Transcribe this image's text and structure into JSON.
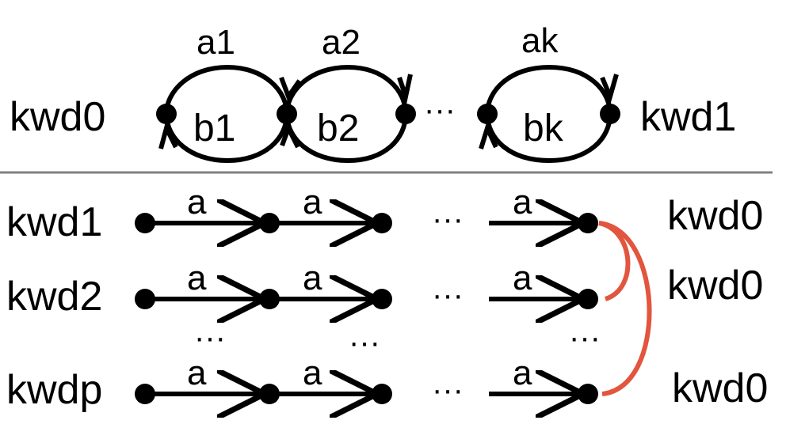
{
  "top": {
    "left_label": "kwd0",
    "right_label": "kwd1",
    "ellipsis": "···",
    "loops": [
      {
        "upper": "a1",
        "lower": "b1"
      },
      {
        "upper": "a2",
        "lower": "b2"
      },
      {
        "upper": "ak",
        "lower": "bk"
      }
    ]
  },
  "bottom": {
    "edge_label": "a",
    "ellipsis": "···",
    "vertical_ellipsis": "···",
    "rows": [
      {
        "left": "kwd1",
        "right": "kwd0"
      },
      {
        "left": "kwd2",
        "right": "kwd0"
      },
      {
        "left": "kwdp",
        "right": "kwd0"
      }
    ]
  },
  "colors": {
    "ink": "#000000",
    "divider": "#808080",
    "link": "#e2553e"
  }
}
